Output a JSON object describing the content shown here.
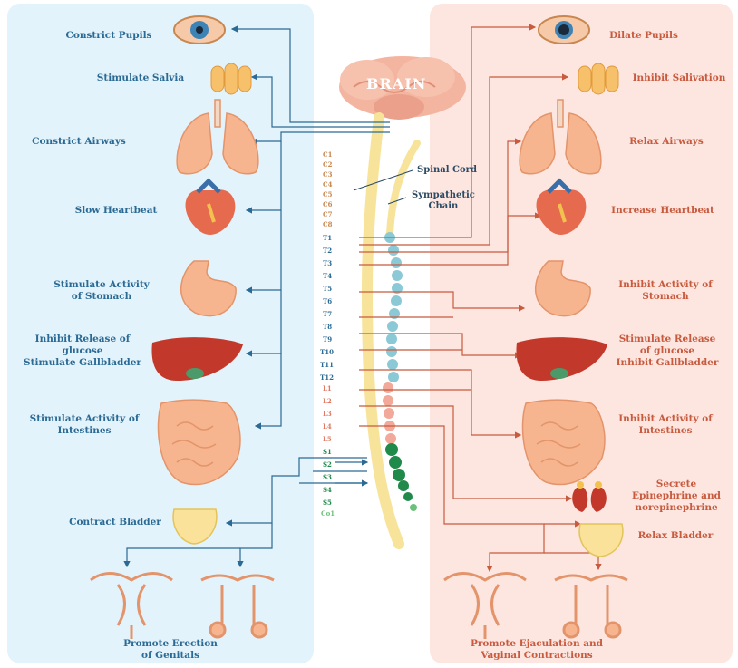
{
  "brain": {
    "label": "BRAIN"
  },
  "spine": {
    "spinal_cord": "Spinal Cord",
    "sympathetic_chain": "Sympathetic\nChain"
  },
  "segments": {
    "cervical": [
      "C1",
      "C2",
      "C3",
      "C4",
      "C5",
      "C6",
      "C7",
      "C8"
    ],
    "thoracic": [
      "T1",
      "T2",
      "T3",
      "T4",
      "T5",
      "T6",
      "T7",
      "T8",
      "T9",
      "T10",
      "T11",
      "T12"
    ],
    "lumbar": [
      "L1",
      "L2",
      "L3",
      "L4",
      "L5"
    ],
    "sacral": [
      "S1",
      "S2",
      "S3",
      "S4",
      "S5",
      "Co1"
    ]
  },
  "parasympathetic": {
    "constrict_pupils": "Constrict Pupils",
    "stimulate_salvia": "Stimulate Salvia",
    "constrict_airways": "Constrict Airways",
    "slow_heartbeat": "Slow Heartbeat",
    "stomach": "Stimulate Activity\nof Stomach",
    "glucose": "Inhibit Release of\nglucose\nStimulate Gallbladder",
    "intestines": "Stimulate Activity of\nIntestines",
    "bladder": "Contract Bladder",
    "genitals": "Promote Erection\nof Genitals"
  },
  "sympathetic": {
    "dilate_pupils": "Dilate Pupils",
    "inhibit_salivation": "Inhibit Salivation",
    "relax_airways": "Relax Airways",
    "increase_heartbeat": "Increase Heartbeat",
    "stomach": "Inhibit Activity of\nStomach",
    "glucose": "Stimulate Release\nof glucose\nInhibit Gallbladder",
    "intestines": "Inhibit Activity of\nIntestines",
    "adrenal": "Secrete\nEpinephrine and\nnorepinephrine",
    "bladder": "Relax Bladder",
    "genitals": "Promote Ejaculation and\nVaginal Contractions"
  },
  "colors": {
    "left_panel": "#e3f3fb",
    "right_panel": "#fde6e0",
    "left_text": "#2a6a94",
    "right_text": "#c85a3e",
    "spine": "#f7e49a",
    "thoracic_chain": "#8cc9d6",
    "lumbar_chain": "#f2a99a",
    "sacral_chain": "#1f8a4a",
    "organ": "#f6b58e",
    "brain": "#f4b5a0"
  }
}
